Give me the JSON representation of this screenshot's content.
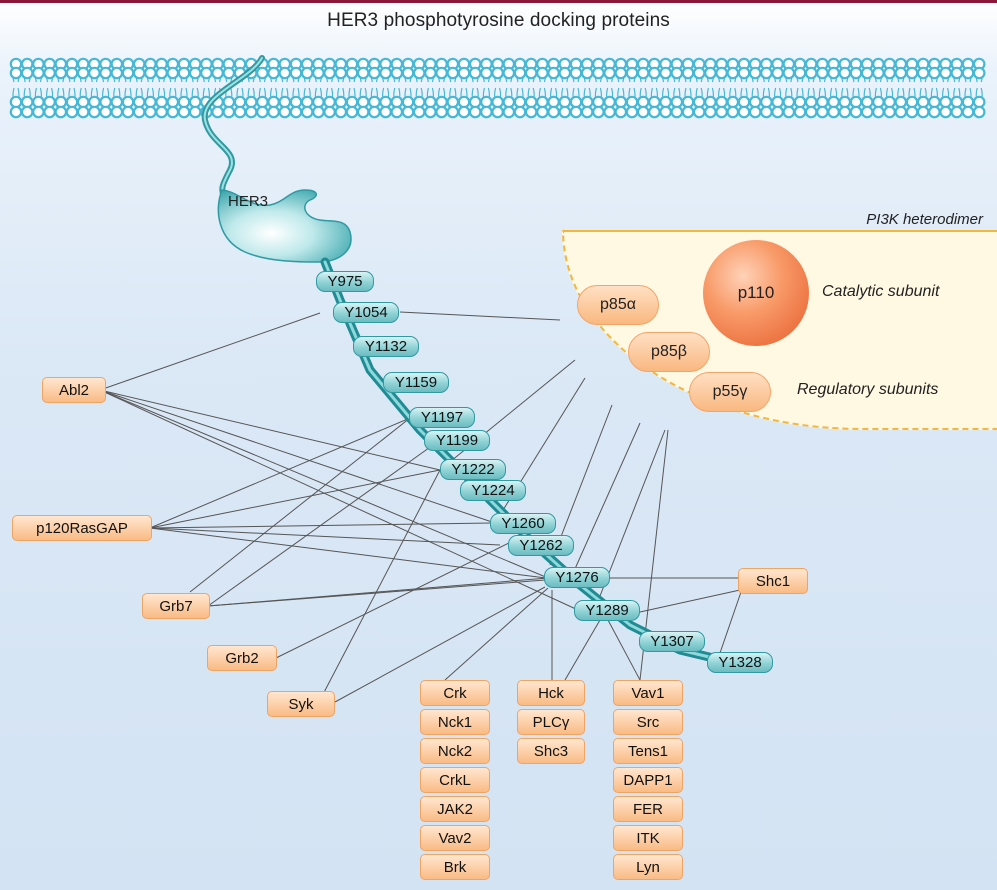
{
  "title": "HER3 phosphotyrosine docking proteins",
  "receptor": {
    "label": "HER3"
  },
  "pi3k": {
    "title": "PI3K heterodimer",
    "catalytic_label": "Catalytic subunit",
    "regulatory_label": "Regulatory subunits",
    "catalytic": "p110",
    "regulatory": [
      "p85α",
      "p85β",
      "p55γ"
    ]
  },
  "tyrosines": [
    "Y975",
    "Y1054",
    "Y1132",
    "Y1159",
    "Y1197",
    "Y1199",
    "Y1222",
    "Y1224",
    "Y1260",
    "Y1262",
    "Y1276",
    "Y1289",
    "Y1307",
    "Y1328"
  ],
  "proteins_side": [
    "Abl2",
    "p120RasGAP",
    "Grb7",
    "Grb2",
    "Syk",
    "Shc1"
  ],
  "columns": {
    "col1": [
      "Crk",
      "Nck1",
      "Nck2",
      "CrkL",
      "JAK2",
      "Vav2",
      "Brk"
    ],
    "col2": [
      "Hck",
      "PLCγ",
      "Shc3"
    ],
    "col3": [
      "Vav1",
      "Src",
      "Tens1",
      "DAPP1",
      "FER",
      "ITK",
      "Lyn"
    ]
  },
  "colors": {
    "membrane": "#45b8d6",
    "receptor": "#2f9aa1",
    "tyrosine": "#8fd2d5",
    "protein": "#f9bb84",
    "p110": "#e65a2a",
    "pi3k_border": "#f4b73a",
    "top_rule": "#8a1838"
  }
}
